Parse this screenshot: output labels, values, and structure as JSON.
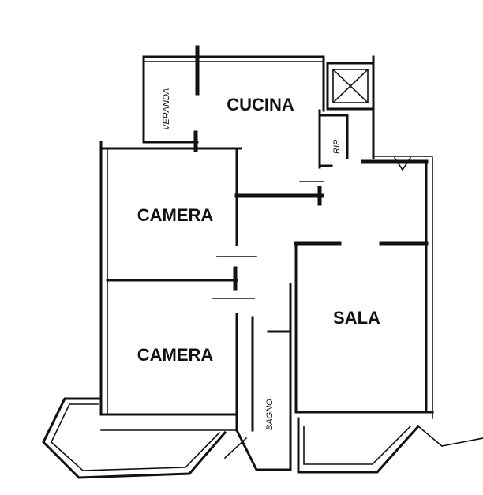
{
  "rooms": {
    "cucina": "CUCINA",
    "camera_top": "CAMERA",
    "camera_bottom": "CAMERA",
    "sala": "SALA",
    "veranda": "VERANDA",
    "rip": "RIP.",
    "bagno": "BAGNO"
  },
  "colors": {
    "ink": "#111111",
    "background": "#ffffff"
  }
}
